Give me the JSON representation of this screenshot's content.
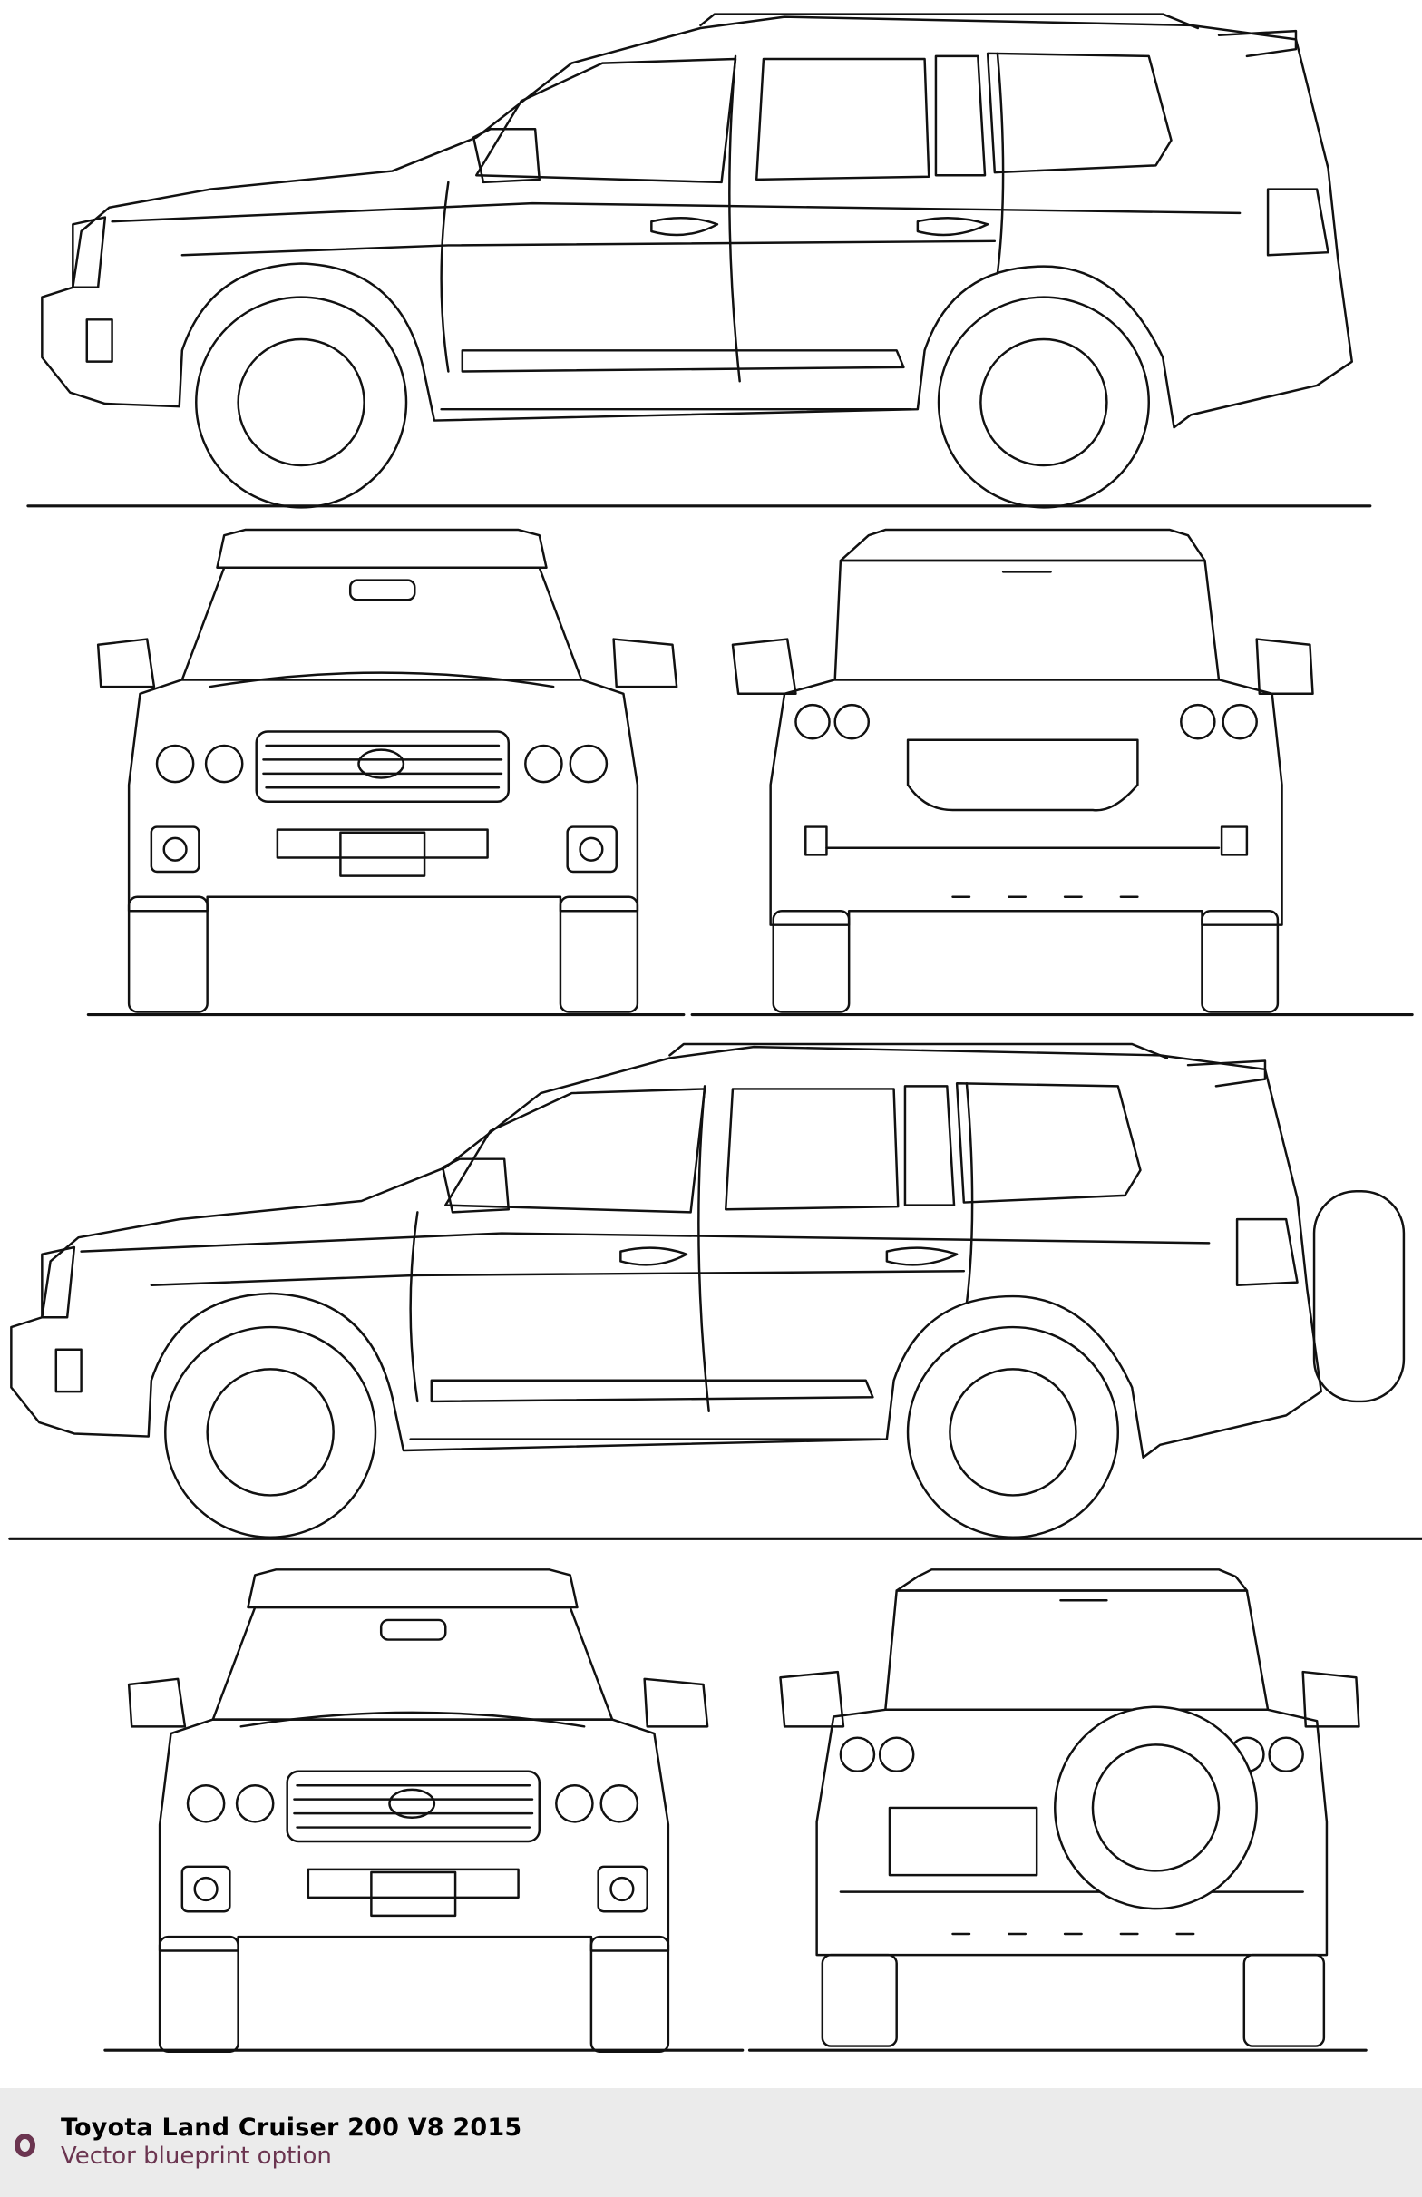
{
  "footer": {
    "title": "Toyota Land Cruiser 200 V8 2015",
    "subtitle": "Vector blueprint option",
    "icon": "ring-bullet-icon"
  },
  "views": [
    "side-view",
    "front-view",
    "rear-view",
    "side-view-spare",
    "front-view-alt",
    "rear-view-spare"
  ],
  "colors": {
    "accent": "#6b3550",
    "footer_bg": "#ebebeb",
    "line": "#111111"
  }
}
